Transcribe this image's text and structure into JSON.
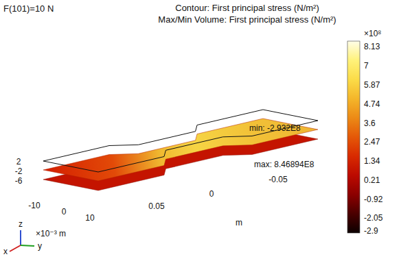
{
  "diagram": {
    "title": "Contour: First principal stress (N/m²)",
    "labels": [
      "Max/Min Volume: First principal stress (N/m²)",
      "F(101)=10 N",
      "×10⁸",
      "8.13",
      "7",
      "5.87",
      "4.74",
      "3.6",
      "2.47",
      "1.34",
      "0.21",
      "-0.92",
      "-2.05",
      "-2.9",
      "min: -2.932E8",
      "max: 8.46894E8",
      "2",
      "-2",
      "-6",
      "-10",
      "0",
      "10",
      "0.05",
      "0",
      "-0.05",
      "m",
      "×10⁻³ m",
      "z",
      "x",
      "y"
    ]
  }
}
